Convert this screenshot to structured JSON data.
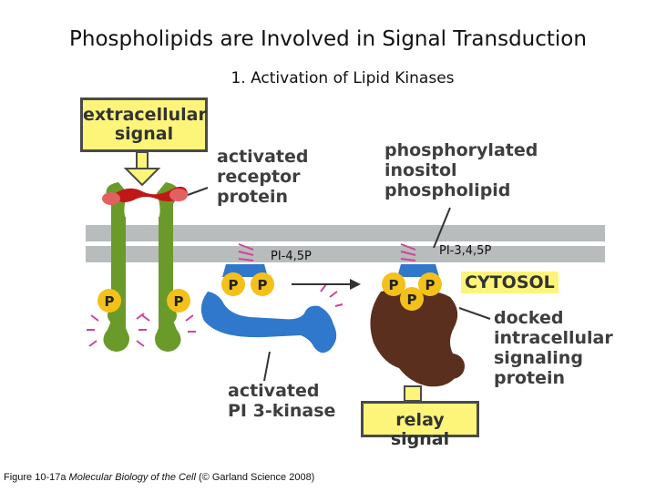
{
  "title": "Phospholipids are Involved in Signal Transduction",
  "subtitle": "1.  Activation of Lipid Kinases",
  "labels": {
    "extracellular_signal_line1": "extracellular",
    "extracellular_signal_line2": "signal",
    "activated_receptor_line1": "activated",
    "activated_receptor_line2": "receptor",
    "activated_receptor_line3": "protein",
    "phosphorylated_line1": "phosphorylated",
    "phosphorylated_line2": "inositol",
    "phosphorylated_line3": "phospholipid",
    "pi45p": "PI-4,5P",
    "pi345p": "PI-3,4,5P",
    "cytosol": "CYTOSOL",
    "docked_line1": "docked",
    "docked_line2": "intracellular",
    "docked_line3": "signaling",
    "docked_line4": "protein",
    "pi3k_line1": "activated",
    "pi3k_line2": "PI 3-kinase",
    "relay_signal": "relay signal",
    "phosphate": "P"
  },
  "caption": {
    "prefix": "Figure 10-17a ",
    "book": "Molecular Biology of the Cell",
    "suffix": " (© Garland Science 2008)"
  },
  "colors": {
    "box_fill": "#fdf57a",
    "membrane": "#b8bcbc",
    "receptor": "#6a9a2a",
    "kinase": "#2f78cc",
    "docked_protein": "#5a2f1e",
    "phosphate": "#f4c01a",
    "signal": "#c01818"
  }
}
